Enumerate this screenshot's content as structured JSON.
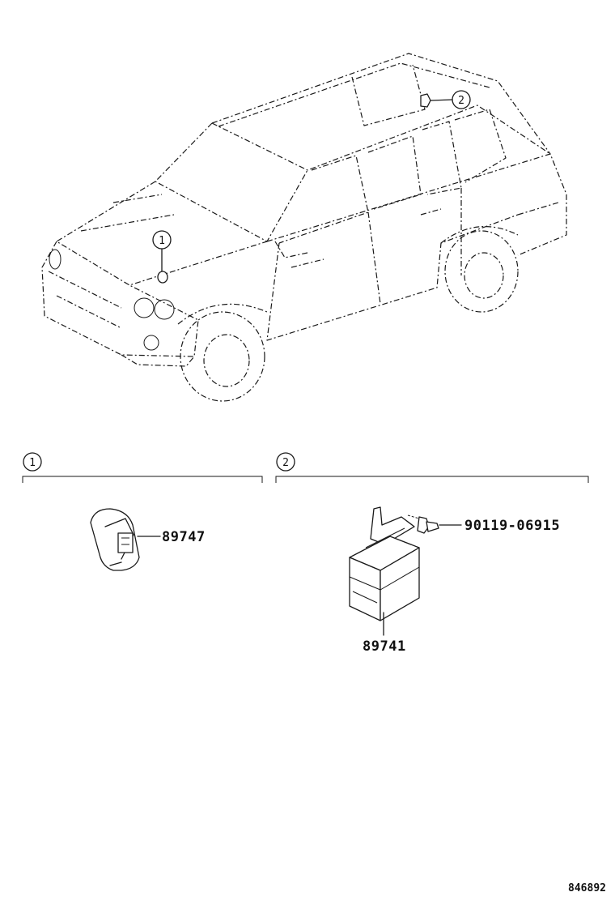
{
  "vehicle_callouts": [
    {
      "label": "1"
    },
    {
      "label": "2"
    }
  ],
  "sections": [
    {
      "label": "1",
      "parts": [
        {
          "number": "89747"
        }
      ]
    },
    {
      "label": "2",
      "parts": [
        {
          "number": "90119-06915"
        },
        {
          "number": "89741"
        }
      ]
    }
  ],
  "diagram_ref": "846892",
  "colors": {
    "line": "#1a1a1a",
    "background": "#ffffff"
  }
}
